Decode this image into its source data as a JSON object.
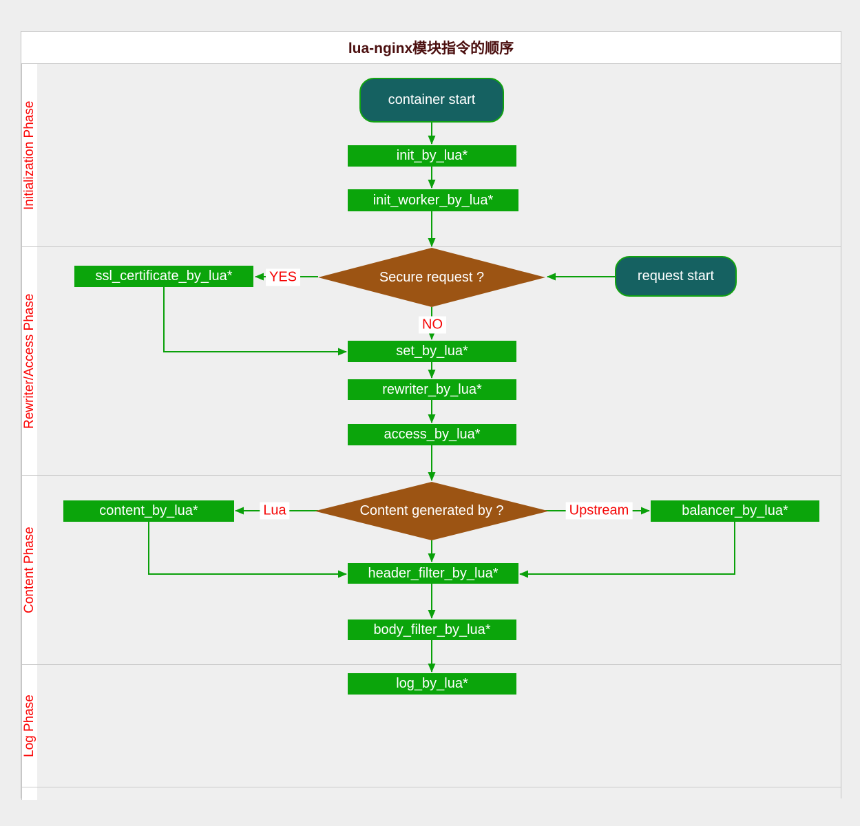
{
  "title": "lua-nginx模块指令的顺序",
  "lanes": [
    {
      "label": "Initialization  Phase"
    },
    {
      "label": "Rewriter/Access  Phase"
    },
    {
      "label": "Content  Phase"
    },
    {
      "label": "Log Phase"
    },
    {
      "label": ""
    }
  ],
  "nodes": {
    "container_start": {
      "label": "container start",
      "type": "terminal"
    },
    "init_by_lua": {
      "label": "init_by_lua*",
      "type": "process"
    },
    "init_worker_by_lua": {
      "label": "init_worker_by_lua*",
      "type": "process"
    },
    "secure_request": {
      "label": "Secure request ?",
      "type": "decision"
    },
    "ssl_certificate_by_lua": {
      "label": "ssl_certificate_by_lua*",
      "type": "process"
    },
    "request_start": {
      "label": "request start",
      "type": "terminal"
    },
    "set_by_lua": {
      "label": "set_by_lua*",
      "type": "process"
    },
    "rewriter_by_lua": {
      "label": "rewriter_by_lua*",
      "type": "process"
    },
    "access_by_lua": {
      "label": "access_by_lua*",
      "type": "process"
    },
    "content_generated_by": {
      "label": "Content generated by ?",
      "type": "decision"
    },
    "content_by_lua": {
      "label": "content_by_lua*",
      "type": "process"
    },
    "balancer_by_lua": {
      "label": "balancer_by_lua*",
      "type": "process"
    },
    "header_filter_by_lua": {
      "label": "header_filter_by_lua*",
      "type": "process"
    },
    "body_filter_by_lua": {
      "label": "body_filter_by_lua*",
      "type": "process"
    },
    "log_by_lua": {
      "label": "log_by_lua*",
      "type": "process"
    }
  },
  "edge_labels": {
    "yes": "YES",
    "no": "NO",
    "lua": "Lua",
    "upstream": "Upstream"
  },
  "colors": {
    "process_green": "#0ba50b",
    "terminal_teal_fill": "#156161",
    "terminal_green_border": "#12a312",
    "decision_brown": "#9c5413",
    "arrow_green": "#0aa00a",
    "edge_label_red": "#f50505",
    "lane_label_red": "#fb0606",
    "title_maroon": "#4a0e0e",
    "lane_fill": "#efefef",
    "header_fill": "#ffffff",
    "border_gray": "#c9c9c9"
  }
}
